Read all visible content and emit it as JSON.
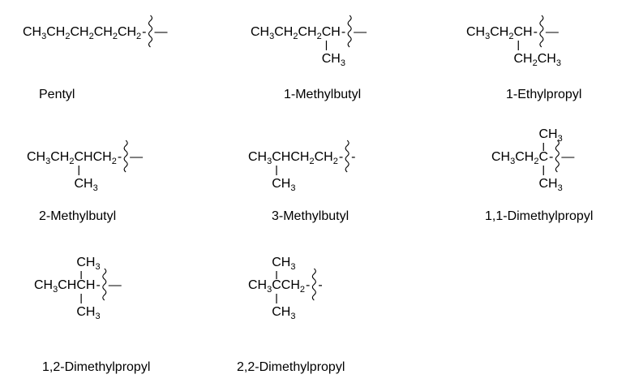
{
  "molecules": [
    {
      "id": "pentyl",
      "name": "Pentyl",
      "main": [
        [
          "CH",
          "3"
        ],
        [
          "CH",
          "2"
        ],
        [
          "CH",
          "2"
        ],
        [
          "CH",
          "2"
        ],
        [
          "CH",
          "2"
        ]
      ],
      "dash": "-",
      "tail": "—"
    },
    {
      "id": "1-methylbutyl",
      "name": "1-Methylbutyl",
      "main": [
        [
          "CH",
          "3"
        ],
        [
          "CH",
          "2"
        ],
        [
          "CH",
          "2"
        ],
        [
          "CH",
          ""
        ]
      ],
      "dash": "-",
      "tail": "—",
      "below": [
        [
          "CH",
          "3"
        ]
      ]
    },
    {
      "id": "1-ethylpropyl",
      "name": "1-Ethylpropyl",
      "main": [
        [
          "CH",
          "3"
        ],
        [
          "CH",
          "2"
        ],
        [
          "CH",
          ""
        ]
      ],
      "dash": "-",
      "tail": "—",
      "below": [
        [
          "CH",
          "2"
        ],
        [
          "CH",
          "3"
        ]
      ]
    },
    {
      "id": "2-methylbutyl",
      "name": "2-Methylbutyl",
      "main": [
        [
          "CH",
          "3"
        ],
        [
          "CH",
          "2"
        ],
        [
          "CHCH",
          "2"
        ]
      ],
      "dash": "-",
      "tail": "—",
      "below": [
        [
          "CH",
          "3"
        ]
      ]
    },
    {
      "id": "3-methylbutyl",
      "name": "3-Methylbutyl",
      "main": [
        [
          "CH",
          "3"
        ],
        [
          "CHCH",
          "2"
        ],
        [
          "CH",
          "2"
        ]
      ],
      "dash": "-",
      "tail": "-",
      "below": [
        [
          "CH",
          "3"
        ]
      ]
    },
    {
      "id": "1-1-dimethylpropyl",
      "name": "1,1-Dimethylpropyl",
      "main": [
        [
          "CH",
          "3"
        ],
        [
          "CH",
          "2"
        ],
        [
          "C",
          ""
        ]
      ],
      "dash": "-",
      "tail": "—",
      "above": [
        [
          "CH",
          "3"
        ]
      ],
      "below": [
        [
          "CH",
          "3"
        ]
      ]
    },
    {
      "id": "1-2-dimethylpropyl",
      "name": "1,2-Dimethylpropyl",
      "main": [
        [
          "CH",
          "3"
        ],
        [
          "CHCH",
          ""
        ]
      ],
      "dash": "-",
      "tail": "—",
      "above": [
        [
          "CH",
          "3"
        ]
      ],
      "below": [
        [
          "CH",
          "3"
        ]
      ]
    },
    {
      "id": "2-2-dimethylpropyl",
      "name": "2,2-Dimethylpropyl",
      "main": [
        [
          "CH",
          "3"
        ],
        [
          "CCH",
          "2"
        ]
      ],
      "dash": "-",
      "tail": "-",
      "above": [
        [
          "CH",
          "3"
        ]
      ],
      "below": [
        [
          "CH",
          "3"
        ]
      ]
    }
  ]
}
